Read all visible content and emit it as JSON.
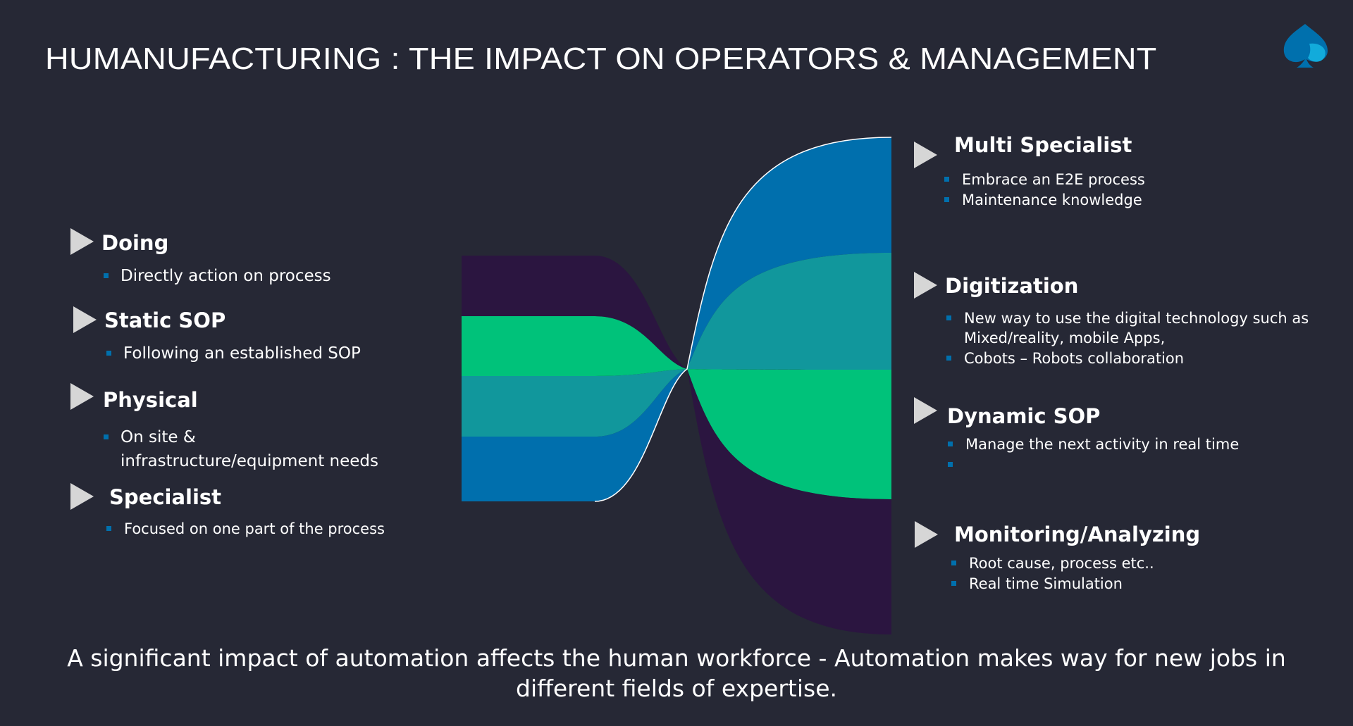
{
  "title": "HUMANUFACTURING : THE IMPACT ON OPERATORS & MANAGEMENT",
  "logo": {
    "icon": "spade-logo-icon",
    "colors": [
      "#0070ad",
      "#12abdb"
    ]
  },
  "left": [
    {
      "heading": "Doing",
      "bullets": [
        "Directly action on process"
      ]
    },
    {
      "heading": "Static SOP",
      "bullets": [
        "Following an established SOP"
      ]
    },
    {
      "heading": "Physical",
      "bullets": [
        "On site &",
        "infrastructure/equipment needs"
      ]
    },
    {
      "heading": "Specialist",
      "bullets": [
        "Focused on one part of the process"
      ]
    }
  ],
  "right": [
    {
      "heading": "Multi Specialist",
      "bullets": [
        "Embrace an E2E process",
        "Maintenance knowledge"
      ]
    },
    {
      "heading": "Digitization",
      "bullets": [
        "New way to use the digital technology such as",
        "Mixed/reality, mobile Apps,",
        "Cobots – Robots collaboration"
      ]
    },
    {
      "heading": "Dynamic SOP",
      "bullets": [
        "Manage the next activity in real time",
        ""
      ]
    },
    {
      "heading": "Monitoring/Analyzing",
      "bullets": [
        "Root cause, process etc..",
        "Real time Simulation"
      ]
    }
  ],
  "flows": [
    {
      "name": "purple",
      "color": "#2b1540",
      "left_rank": 0,
      "right_rank": 3
    },
    {
      "name": "green",
      "color": "#00c27a",
      "left_rank": 1,
      "right_rank": 2
    },
    {
      "name": "teal",
      "color": "#11979c",
      "left_rank": 2,
      "right_rank": 1
    },
    {
      "name": "blue",
      "color": "#006fad",
      "left_rank": 3,
      "right_rank": 0
    }
  ],
  "footer": {
    "line1": "A significant impact of automation affects the human workforce - Automation makes way for new jobs in",
    "line2": "different fields of expertise."
  }
}
